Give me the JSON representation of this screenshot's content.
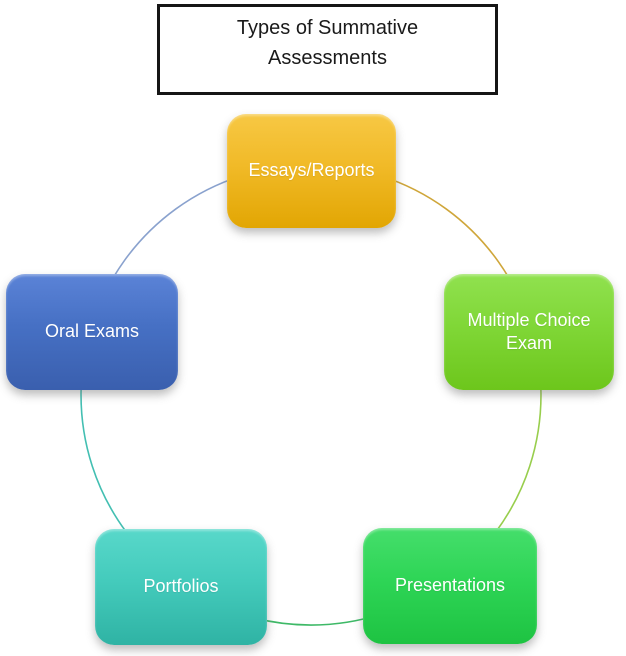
{
  "diagram": {
    "title": {
      "line1": "Types of Summative",
      "line2": "Assessments"
    },
    "nodes": [
      {
        "label": "Essays/Reports",
        "position": "top",
        "color": "#EBB319",
        "text_color": "#FFFFFF"
      },
      {
        "label": "Multiple Choice Exam",
        "position": "right",
        "color": "#7ED32C",
        "text_color": "#FFFFFF"
      },
      {
        "label": "Presentations",
        "position": "bottom-right",
        "color": "#2BD253",
        "text_color": "#FFFFFF"
      },
      {
        "label": "Portfolios",
        "position": "bottom-left",
        "color": "#40C9BA",
        "text_color": "#FFFFFF"
      },
      {
        "label": "Oral Exams",
        "position": "left",
        "color": "#4470C4",
        "text_color": "#FFFFFF"
      }
    ],
    "arcs": [
      {
        "from": "Oral Exams",
        "to": "Essays/Reports",
        "color": "#8AA2CE"
      },
      {
        "from": "Essays/Reports",
        "to": "Multiple Choice Exam",
        "color": "#CFA63A"
      },
      {
        "from": "Multiple Choice Exam",
        "to": "Presentations",
        "color": "#98CE4D"
      },
      {
        "from": "Presentations",
        "to": "Portfolios",
        "color": "#3EB967"
      },
      {
        "from": "Portfolios",
        "to": "Oral Exams",
        "color": "#43BFB2"
      }
    ]
  }
}
